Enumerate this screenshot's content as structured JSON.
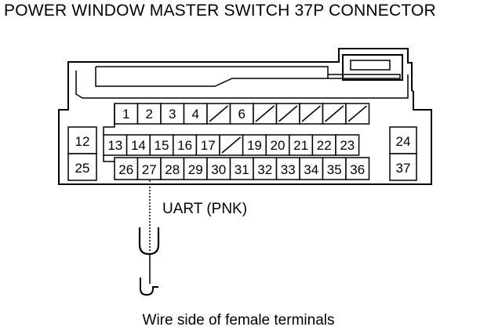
{
  "title": "POWER WINDOW MASTER SWITCH 37P CONNECTOR",
  "connector": {
    "top_row": [
      "1",
      "2",
      "3",
      "4",
      "",
      "6",
      "",
      "",
      "",
      "",
      ""
    ],
    "middle_row": [
      "13",
      "14",
      "15",
      "16",
      "17",
      "",
      "19",
      "20",
      "21",
      "22",
      "23"
    ],
    "bottom_row": [
      "26",
      "27",
      "28",
      "29",
      "30",
      "31",
      "32",
      "33",
      "34",
      "35",
      "36"
    ],
    "left_upper": "12",
    "left_lower": "25",
    "right_upper": "24",
    "right_lower": "37"
  },
  "wire_label": "UART (PNK)",
  "caption": "Wire side of female terminals",
  "colors": {
    "line": "#000000",
    "background": "#ffffff"
  }
}
